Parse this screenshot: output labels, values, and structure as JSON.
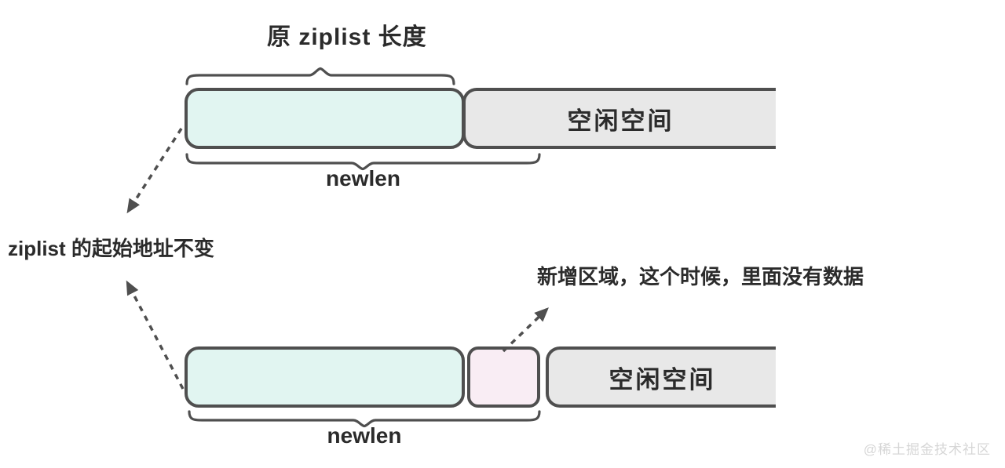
{
  "colors": {
    "background": "#ffffff",
    "stroke": "#4f4f4f",
    "text": "#2b2b2b",
    "box_ziplist": "#e1f5f1",
    "box_new_area": "#f9edf4",
    "box_free": "#e8e8e8",
    "watermark": "#d6d6d6"
  },
  "labels": {
    "original_length": "原 ziplist 长度",
    "before": {
      "free_space": "空闲空间",
      "newlen": "newlen"
    },
    "after": {
      "free_space": "空闲空间",
      "newlen": "newlen"
    },
    "address_note": "ziplist 的起始地址不变",
    "new_area_note": "新增区域，这个时候，里面没有数据",
    "watermark": "@稀土掘金技术社区"
  }
}
